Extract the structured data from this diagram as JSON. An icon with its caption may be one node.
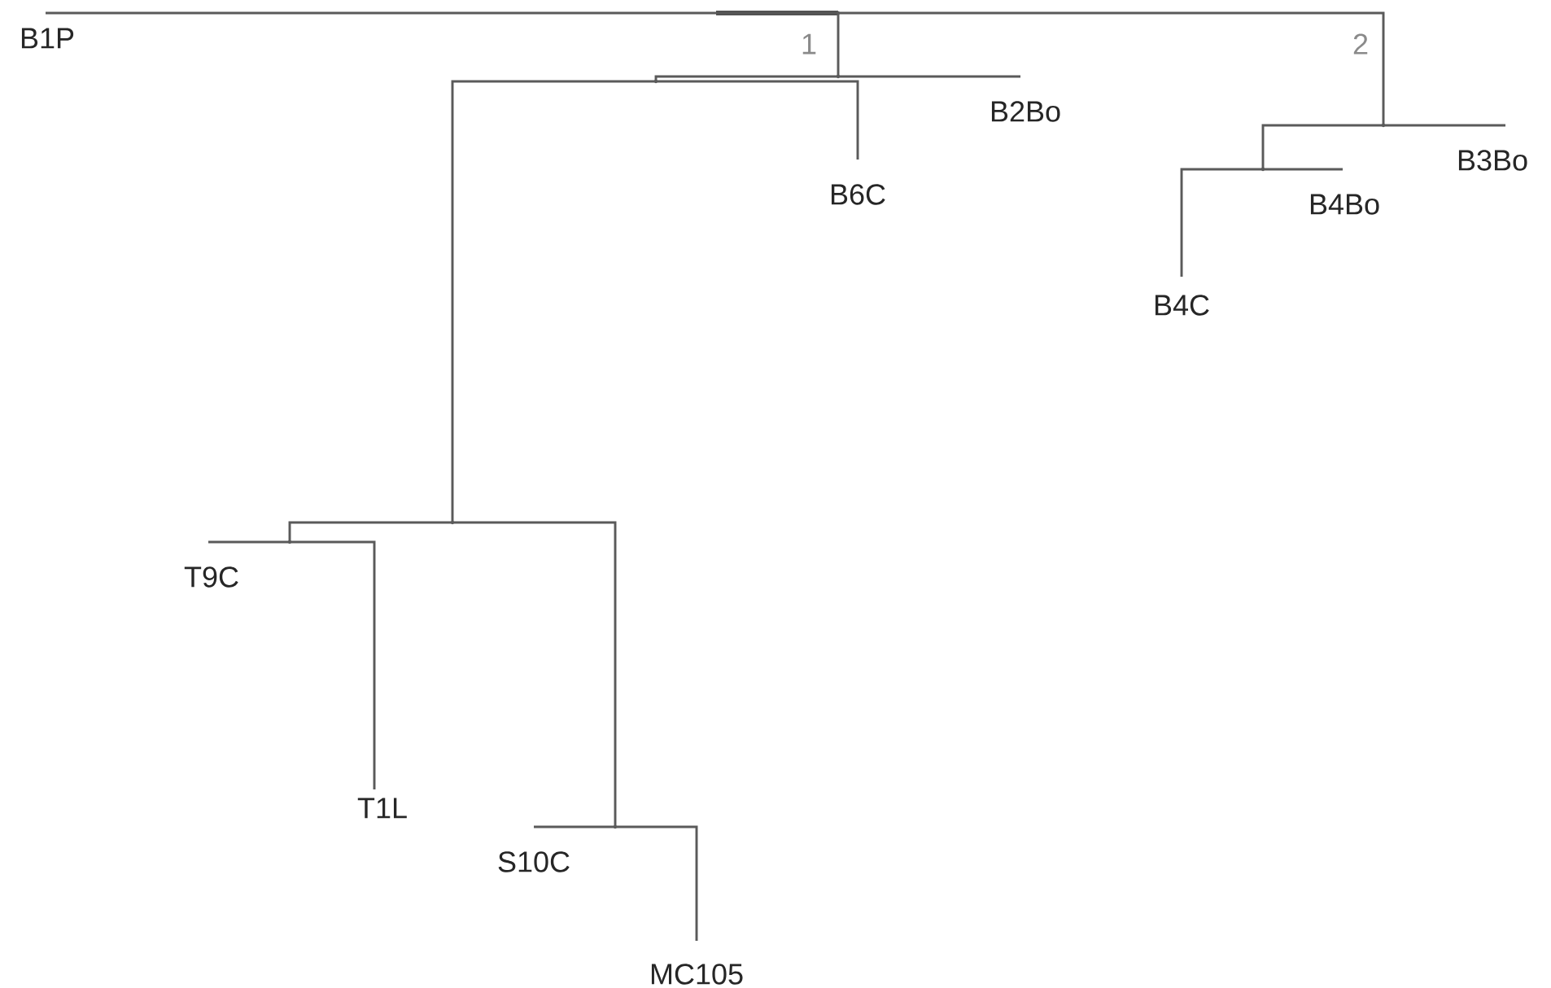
{
  "diagram": {
    "nodes": [
      {
        "text": [],
        "shape": "point"
      },
      {
        "text": [
          "B1P"
        ]
      },
      {
        "text": [],
        "shape": "point"
      },
      {
        "text": [
          "B2Bo"
        ]
      },
      {
        "text": [],
        "shape": "point"
      },
      {
        "text": [
          "B6C"
        ]
      },
      {
        "text": [],
        "shape": "point"
      },
      {
        "text": [
          "B3Bo"
        ]
      },
      {
        "text": [],
        "shape": "point"
      },
      {
        "text": [
          "B4Bo"
        ]
      },
      {
        "text": [
          "B4C"
        ]
      },
      {
        "text": [],
        "shape": "point"
      },
      {
        "text": [],
        "shape": "point"
      },
      {
        "text": [
          "T9C"
        ]
      },
      {
        "text": [
          "T1L"
        ]
      },
      {
        "text": [],
        "shape": "point"
      },
      {
        "text": [
          "S10C"
        ]
      },
      {
        "text": [
          "MC105"
        ]
      }
    ],
    "edges": [
      {
        "from": 0,
        "to": 1,
        "arrow": "none"
      },
      {
        "from": 0,
        "to": 2,
        "arrow": "none",
        "label": "1"
      },
      {
        "from": 0,
        "to": 6,
        "arrow": "none",
        "label": "2"
      },
      {
        "from": 2,
        "to": 3,
        "arrow": "none"
      },
      {
        "from": 2,
        "to": 4,
        "arrow": "none"
      },
      {
        "from": 4,
        "to": 5,
        "arrow": "none"
      },
      {
        "from": 4,
        "to": 11,
        "arrow": "none"
      },
      {
        "from": 6,
        "to": 7,
        "arrow": "none"
      },
      {
        "from": 6,
        "to": 8,
        "arrow": "none"
      },
      {
        "from": 8,
        "to": 9,
        "arrow": "none"
      },
      {
        "from": 8,
        "to": 10,
        "arrow": "none"
      },
      {
        "from": 11,
        "to": 12,
        "arrow": "none"
      },
      {
        "from": 11,
        "to": 15,
        "arrow": "none"
      },
      {
        "from": 12,
        "to": 13,
        "arrow": "none"
      },
      {
        "from": 12,
        "to": 14,
        "arrow": "none"
      },
      {
        "from": 15,
        "to": 16,
        "arrow": "none"
      },
      {
        "from": 15,
        "to": 17,
        "arrow": "none"
      }
    ]
  }
}
